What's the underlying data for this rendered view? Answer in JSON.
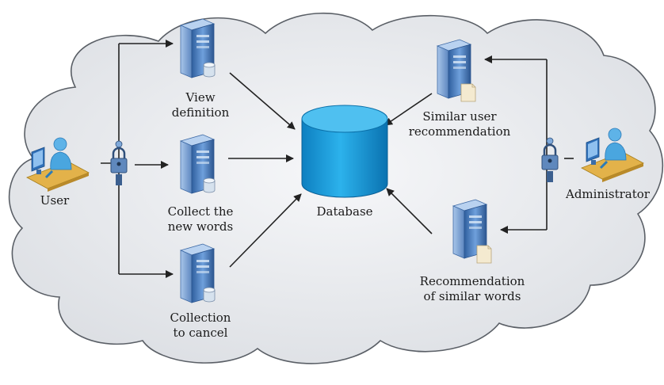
{
  "nodes": {
    "user": "User",
    "administrator": "Administrator",
    "database": "Database",
    "view_definition": [
      "View",
      "definition"
    ],
    "collect_new_words": [
      "Collect the",
      "new words"
    ],
    "collection_cancel": [
      "Collection",
      "to cancel"
    ],
    "similar_user_rec": [
      "Similar user",
      "recommendation"
    ],
    "similar_words_rec": [
      "Recommendation",
      "of similar words"
    ]
  },
  "colors": {
    "cloud_fill": "#e6e8ec",
    "cloud_stroke": "#5a5f66",
    "database": "#1e9bd7",
    "database_top": "#5fc4ef",
    "server": "#4a7fc0",
    "arrow": "#333333"
  },
  "icons": [
    "person-at-computer-icon",
    "server-icon",
    "database-cylinder-icon",
    "lock-icon"
  ]
}
